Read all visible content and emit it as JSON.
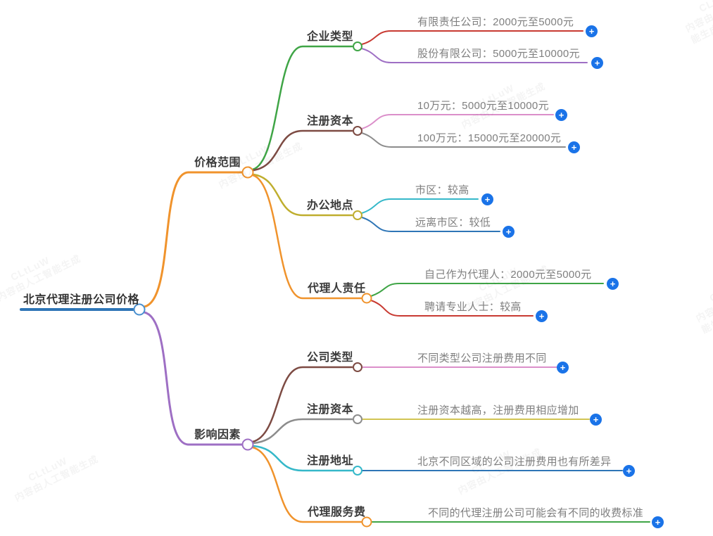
{
  "root": {
    "label": "北京代理注册公司价格"
  },
  "branches": [
    {
      "label": "价格范围",
      "topics": [
        {
          "label": "企业类型",
          "leaves": [
            "有限责任公司：2000元至5000元",
            "股份有限公司：5000元至10000元"
          ]
        },
        {
          "label": "注册资本",
          "leaves": [
            "10万元：5000元至10000元",
            "100万元：15000元至20000元"
          ]
        },
        {
          "label": "办公地点",
          "leaves": [
            "市区：较高",
            "远离市区：较低"
          ]
        },
        {
          "label": "代理人责任",
          "leaves": [
            "自己作为代理人：2000元至5000元",
            "聘请专业人士：较高"
          ]
        }
      ]
    },
    {
      "label": "影响因素",
      "topics": [
        {
          "label": "公司类型",
          "leaves": [
            "不同类型公司注册费用不同"
          ]
        },
        {
          "label": "注册资本",
          "leaves": [
            "注册资本越高，注册费用相应增加"
          ]
        },
        {
          "label": "注册地址",
          "leaves": [
            "北京不同区域的公司注册费用也有所差异"
          ]
        },
        {
          "label": "代理服务费",
          "leaves": [
            "不同的代理注册公司可能会有不同的收费标准"
          ]
        }
      ]
    }
  ],
  "ui": {
    "plus": "+"
  },
  "watermark": {
    "line1": "CLtLuW",
    "line2": "内容由人工智能生成"
  },
  "colors": {
    "root_line": "#2e75b6",
    "root_circle": "#4a90cf",
    "branch_orange": "#f0932c",
    "branch_purple": "#9e6fc4",
    "green": "#3fa546",
    "brown": "#7d4b43",
    "red": "#c83a32",
    "pink": "#db8fca",
    "gray": "#8c8c8c",
    "olive": "#bfae2e",
    "yellow": "#d2c453",
    "cyan": "#35b8c9",
    "blue": "#2e75b6",
    "plus_button": "#1a73e8"
  }
}
